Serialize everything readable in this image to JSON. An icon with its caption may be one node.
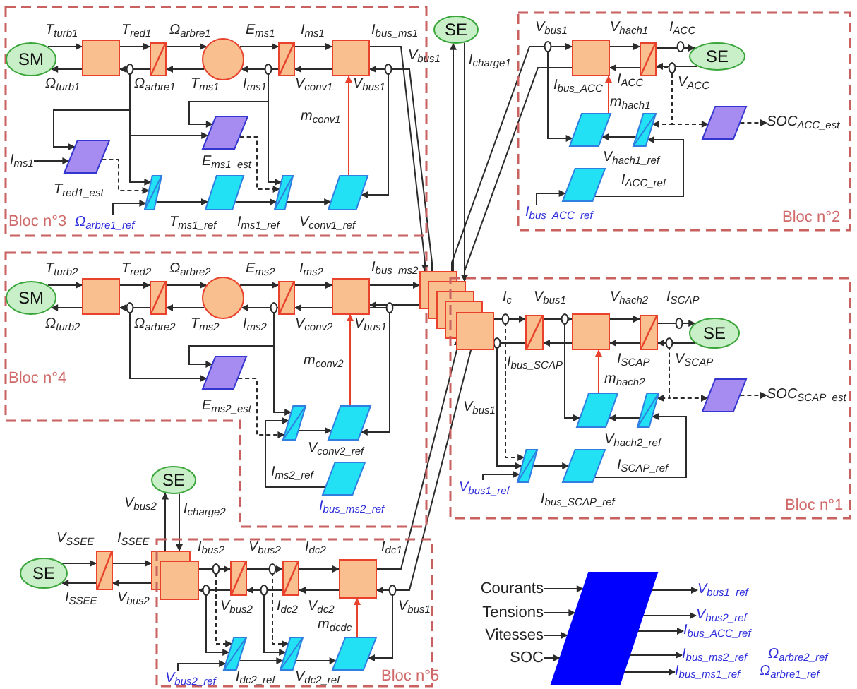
{
  "diagram": {
    "nodes": [
      {
        "text": [
          "Bloc n°3"
        ]
      },
      {
        "text": [
          "SM"
        ],
        "in": 0
      },
      {
        "text": [],
        "shape": "box",
        "in": 0
      },
      {
        "text": [],
        "shape": "box",
        "in": 0
      },
      {
        "text": [],
        "shape": "circle",
        "in": 0
      },
      {
        "text": [],
        "shape": "box",
        "in": 0
      },
      {
        "text": [],
        "shape": "box",
        "in": 0
      },
      {
        "text": [],
        "shape": "parallelogram",
        "in": 0
      },
      {
        "text": [],
        "shape": "parallelogram",
        "in": 0
      },
      {
        "text": [],
        "shape": "parallelogram",
        "in": 0
      },
      {
        "text": [],
        "shape": "parallelogram",
        "in": 0
      },
      {
        "text": [],
        "shape": "parallelogram",
        "in": 0
      },
      {
        "text": [],
        "shape": "parallelogram",
        "in": 0
      },
      {
        "text": [
          "SE"
        ]
      },
      {
        "text": [
          "Bloc n°2"
        ]
      },
      {
        "text": [],
        "shape": "box",
        "in": 14
      },
      {
        "text": [],
        "shape": "box",
        "in": 14
      },
      {
        "text": [
          "SE"
        ],
        "in": 14
      },
      {
        "text": [],
        "shape": "parallelogram",
        "in": 14
      },
      {
        "text": [],
        "shape": "parallelogram",
        "in": 14
      },
      {
        "text": [],
        "shape": "parallelogram",
        "in": 14
      },
      {
        "text": [],
        "shape": "parallelogram",
        "in": 14
      },
      {
        "text": [
          "Bloc n°4"
        ]
      },
      {
        "text": [
          "SM"
        ],
        "in": 22
      },
      {
        "text": [],
        "shape": "box",
        "in": 22
      },
      {
        "text": [],
        "shape": "box",
        "in": 22
      },
      {
        "text": [],
        "shape": "circle",
        "in": 22
      },
      {
        "text": [],
        "shape": "box",
        "in": 22
      },
      {
        "text": [],
        "shape": "box",
        "in": 22
      },
      {
        "text": [],
        "shape": "parallelogram",
        "in": 22
      },
      {
        "text": [],
        "shape": "parallelogram",
        "in": 22
      },
      {
        "text": [],
        "shape": "parallelogram",
        "in": 22
      },
      {
        "text": [],
        "shape": "parallelogram",
        "in": 22,
        "beside": [
          "I$_{bus_ms2_ref}$"
        ]
      },
      {
        "text": [],
        "shape": "box"
      },
      {
        "text": [],
        "shape": "box"
      },
      {
        "text": [],
        "shape": "box"
      },
      {
        "text": [],
        "shape": "box"
      },
      {
        "text": [
          "Bloc n°1"
        ]
      },
      {
        "text": [],
        "shape": "box",
        "in": 37
      },
      {
        "text": [],
        "shape": "box",
        "in": 37
      },
      {
        "text": [],
        "shape": "box",
        "in": 37
      },
      {
        "text": [],
        "shape": "box",
        "in": 37
      },
      {
        "text": [
          "SE"
        ],
        "in": 37
      },
      {
        "text": [],
        "shape": "parallelogram",
        "in": 37
      },
      {
        "text": [],
        "shape": "parallelogram",
        "in": 37
      },
      {
        "text": [],
        "shape": "parallelogram",
        "in": 37
      },
      {
        "text": [],
        "shape": "parallelogram",
        "in": 37
      },
      {
        "text": [],
        "shape": "parallelogram",
        "in": 37
      },
      {
        "text": [
          "SE"
        ]
      },
      {
        "text": [
          "SE"
        ]
      },
      {
        "text": [],
        "shape": "box"
      },
      {
        "text": [],
        "shape": "box"
      },
      {
        "text": [
          "Bloc n°5"
        ]
      },
      {
        "text": [],
        "shape": "box",
        "in": 52
      },
      {
        "text": [],
        "shape": "box",
        "in": 52
      },
      {
        "text": [],
        "shape": "box",
        "in": 52
      },
      {
        "text": [],
        "shape": "box",
        "in": 52
      },
      {
        "text": [],
        "shape": "parallelogram",
        "in": 52
      },
      {
        "text": [],
        "shape": "parallelogram",
        "in": 52
      },
      {
        "text": [],
        "shape": "parallelogram",
        "in": 52
      },
      {
        "text": [],
        "shape": "parallelogram"
      },
      {
        "text": [
          "Courants"
        ]
      },
      {
        "text": [
          "Tensions"
        ]
      },
      {
        "text": [
          "Vitesses"
        ]
      },
      {
        "text": [
          "SOC"
        ]
      },
      {
        "text": [
          "V$_{bus1_ref}$"
        ]
      },
      {
        "text": [
          "V$_{bus2_ref}$"
        ]
      },
      {
        "text": [
          "I$_{bus_ACC_ref}$"
        ]
      },
      {
        "text": [
          "I$_{bus_ms2_ref}$"
        ]
      },
      {
        "text": [
          "I$_{bus_ms1_ref}$"
        ]
      },
      {
        "text": [
          "SOC$_{ACC_est}$"
        ],
        "in": 14
      },
      {
        "text": [
          "SOC$_{SCAP_est}$"
        ],
        "in": 37
      },
      {
        "text": [
          "I$_{ms1}$"
        ],
        "in": 0
      },
      {
        "text": [
          "Ω$_{arbre1_ref}$"
        ],
        "in": 0
      },
      {
        "text": [
          "I$_{bus_ACC_ref}$"
        ],
        "in": 14
      },
      {
        "text": [
          "V$_{bus1_ref}$"
        ],
        "in": 37
      },
      {
        "text": [
          "V$_{bus2_ref}$"
        ],
        "in": 52
      }
    ],
    "edges": [
      {
        "from": 1,
        "to": 2,
        "arrow": "to"
      },
      {
        "from": 2,
        "to": 1,
        "arrow": "to"
      },
      {
        "from": 2,
        "to": 3,
        "arrow": "to"
      },
      {
        "from": 3,
        "to": 2,
        "arrow": "to"
      },
      {
        "from": 3,
        "to": 4,
        "arrow": "to"
      },
      {
        "from": 4,
        "to": 3,
        "arrow": "to"
      },
      {
        "from": 4,
        "to": 5,
        "arrow": "to"
      },
      {
        "from": 5,
        "to": 4,
        "arrow": "to"
      },
      {
        "from": 5,
        "to": 6,
        "arrow": "to"
      },
      {
        "from": 6,
        "to": 5,
        "arrow": "to"
      },
      {
        "from": 6,
        "to": 33,
        "arrow": "to"
      },
      {
        "from": 33,
        "to": 6,
        "arrow": "to"
      },
      {
        "from": 34,
        "to": 13,
        "arrow": "to"
      },
      {
        "from": 13,
        "to": 34,
        "arrow": "to"
      },
      {
        "from": 12,
        "to": 6,
        "arrow": "to",
        "color": "#e8412c"
      },
      {
        "from": 9,
        "to": 10,
        "arrow": "to"
      },
      {
        "from": 10,
        "to": 11,
        "arrow": "to"
      },
      {
        "from": 11,
        "to": 12,
        "arrow": "to"
      },
      {
        "from": 72,
        "to": 7,
        "arrow": "to"
      },
      {
        "from": 7,
        "to": 9,
        "arrow": "to",
        "style": "dashed"
      },
      {
        "from": 8,
        "to": 11,
        "arrow": "to",
        "style": "dashed"
      },
      {
        "from": 73,
        "to": 9,
        "arrow": "to"
      },
      {
        "from": 2,
        "to": 9,
        "arrow": "to"
      },
      {
        "from": 2,
        "to": 7,
        "arrow": "to"
      },
      {
        "from": 2,
        "to": 8,
        "arrow": "to"
      },
      {
        "from": 5,
        "to": 8,
        "arrow": "to"
      },
      {
        "from": 5,
        "to": 11,
        "arrow": "to"
      },
      {
        "from": 6,
        "to": 12,
        "arrow": "to"
      },
      {
        "from": 33,
        "to": 15,
        "arrow": "to"
      },
      {
        "from": 15,
        "to": 34,
        "arrow": "to"
      },
      {
        "from": 15,
        "to": 16,
        "arrow": "to"
      },
      {
        "from": 16,
        "to": 15,
        "arrow": "to"
      },
      {
        "from": 16,
        "to": 17,
        "arrow": "to"
      },
      {
        "from": 17,
        "to": 16,
        "arrow": "to"
      },
      {
        "from": 18,
        "to": 15,
        "arrow": "to",
        "color": "#e8412c"
      },
      {
        "from": 19,
        "to": 18,
        "arrow": "to"
      },
      {
        "from": 15,
        "to": 18,
        "arrow": "to"
      },
      {
        "from": 16,
        "to": 19,
        "arrow": "to",
        "style": "dashed"
      },
      {
        "from": 16,
        "to": 20,
        "arrow": "to",
        "style": "dashed"
      },
      {
        "from": 21,
        "to": 19,
        "arrow": "to"
      },
      {
        "from": 74,
        "to": 21,
        "arrow": "to"
      },
      {
        "from": 20,
        "to": 70,
        "arrow": "to",
        "style": "dashed"
      },
      {
        "from": 23,
        "to": 24,
        "arrow": "to"
      },
      {
        "from": 24,
        "to": 23,
        "arrow": "to"
      },
      {
        "from": 24,
        "to": 25,
        "arrow": "to"
      },
      {
        "from": 25,
        "to": 24,
        "arrow": "to"
      },
      {
        "from": 25,
        "to": 26,
        "arrow": "to"
      },
      {
        "from": 26,
        "to": 25,
        "arrow": "to"
      },
      {
        "from": 26,
        "to": 27,
        "arrow": "to"
      },
      {
        "from": 27,
        "to": 26,
        "arrow": "to"
      },
      {
        "from": 27,
        "to": 28,
        "arrow": "to"
      },
      {
        "from": 28,
        "to": 27,
        "arrow": "to"
      },
      {
        "from": 28,
        "to": 33,
        "arrow": "to"
      },
      {
        "from": 33,
        "to": 28,
        "arrow": "to"
      },
      {
        "from": 31,
        "to": 28,
        "arrow": "to",
        "color": "#e8412c"
      },
      {
        "from": 30,
        "to": 31,
        "arrow": "to"
      },
      {
        "from": 32,
        "to": 30,
        "arrow": "to"
      },
      {
        "from": 27,
        "to": 30,
        "arrow": "to"
      },
      {
        "from": 27,
        "to": 29,
        "arrow": "to"
      },
      {
        "from": 24,
        "to": 29,
        "arrow": "to"
      },
      {
        "from": 29,
        "to": 30,
        "arrow": "to",
        "style": "dashed"
      },
      {
        "from": 28,
        "to": 31,
        "arrow": "to"
      },
      {
        "from": 38,
        "to": 39,
        "arrow": "to"
      },
      {
        "from": 39,
        "to": 38,
        "arrow": "to"
      },
      {
        "from": 39,
        "to": 40,
        "arrow": "to"
      },
      {
        "from": 40,
        "to": 39,
        "arrow": "to"
      },
      {
        "from": 40,
        "to": 41,
        "arrow": "to"
      },
      {
        "from": 41,
        "to": 40,
        "arrow": "to"
      },
      {
        "from": 41,
        "to": 42,
        "arrow": "to"
      },
      {
        "from": 42,
        "to": 41,
        "arrow": "to"
      },
      {
        "from": 43,
        "to": 40,
        "arrow": "to",
        "color": "#e8412c"
      },
      {
        "from": 44,
        "to": 43,
        "arrow": "to"
      },
      {
        "from": 39,
        "to": 43,
        "arrow": "to"
      },
      {
        "from": 42,
        "to": 44,
        "arrow": "to",
        "style": "dashed"
      },
      {
        "from": 42,
        "to": 45,
        "arrow": "to",
        "style": "dashed"
      },
      {
        "from": 47,
        "to": 44,
        "arrow": "to"
      },
      {
        "from": 45,
        "to": 71,
        "arrow": "to",
        "style": "dashed"
      },
      {
        "from": 46,
        "to": 47,
        "arrow": "to"
      },
      {
        "from": 75,
        "to": 46,
        "arrow": "to"
      },
      {
        "from": 38,
        "to": 46,
        "arrow": "to",
        "style": "dashed"
      },
      {
        "from": 38,
        "to": 46,
        "arrow": "to"
      },
      {
        "from": 51,
        "to": 48,
        "arrow": "to"
      },
      {
        "from": 48,
        "to": 51,
        "arrow": "to"
      },
      {
        "from": 49,
        "to": 50,
        "arrow": "to"
      },
      {
        "from": 50,
        "to": 49,
        "arrow": "to"
      },
      {
        "from": 50,
        "to": 51,
        "arrow": "to"
      },
      {
        "from": 51,
        "to": 50,
        "arrow": "to"
      },
      {
        "from": 53,
        "to": 54,
        "arrow": "to"
      },
      {
        "from": 54,
        "to": 53,
        "arrow": "to"
      },
      {
        "from": 54,
        "to": 55,
        "arrow": "to"
      },
      {
        "from": 55,
        "to": 54,
        "arrow": "to"
      },
      {
        "from": 55,
        "to": 56,
        "arrow": "to"
      },
      {
        "from": 56,
        "to": 55,
        "arrow": "to"
      },
      {
        "from": 56,
        "to": 36,
        "arrow": "to"
      },
      {
        "from": 36,
        "to": 56,
        "arrow": "to"
      },
      {
        "from": 59,
        "to": 56,
        "arrow": "to",
        "color": "#e8412c"
      },
      {
        "from": 57,
        "to": 58,
        "arrow": "to"
      },
      {
        "from": 58,
        "to": 59,
        "arrow": "to"
      },
      {
        "from": 76,
        "to": 57,
        "arrow": "to"
      },
      {
        "from": 53,
        "to": 57,
        "arrow": "to",
        "style": "dashed"
      },
      {
        "from": 53,
        "to": 57,
        "arrow": "to"
      },
      {
        "from": 54,
        "to": 58,
        "arrow": "to",
        "style": "dashed"
      },
      {
        "from": 54,
        "to": 58,
        "arrow": "to"
      },
      {
        "from": 56,
        "to": 59,
        "arrow": "to"
      },
      {
        "from": 61,
        "to": 60,
        "arrow": "to"
      },
      {
        "from": 62,
        "to": 60,
        "arrow": "to"
      },
      {
        "from": 63,
        "to": 60,
        "arrow": "to"
      },
      {
        "from": 64,
        "to": 60,
        "arrow": "to"
      },
      {
        "from": 60,
        "to": 65,
        "arrow": "to"
      },
      {
        "from": 60,
        "to": 66,
        "arrow": "to"
      },
      {
        "from": 60,
        "to": 67,
        "arrow": "to"
      },
      {
        "from": 60,
        "to": 68,
        "arrow": "to"
      },
      {
        "from": 60,
        "to": 69,
        "arrow": "to"
      }
    ],
    "labels": [
      "T$_{turb1}$",
      "T$_{red1}$",
      "Ω$_{arbre1}$",
      "E$_{ms1}$",
      "I$_{ms1}$",
      "I$_{bus_ms1}$",
      "V$_{bus1}$",
      "V$_{hach1}$",
      "I$_{ACC}$",
      "V$_{bus1}$",
      "I$_{charge1}$",
      "Ω$_{turb1}$",
      "Ω$_{arbre1}$",
      "T$_{ms1}$",
      "I$_{ms1}$",
      "V$_{conv1}$",
      "V$_{bus1}$",
      "I$_{bus_ACC}$",
      "I$_{ACC}$",
      "V$_{ACC}$",
      "m$_{conv1}$",
      "m$_{hach1}$",
      "E$_{ms1_est}$",
      "V$_{hach1_ref}$",
      "T$_{red1_est}$",
      "I$_{ACC_ref}$",
      "T$_{ms1_ref}$",
      "I$_{ms1_ref}$",
      "V$_{conv1_ref}$",
      "T$_{turb2}$",
      "T$_{red2}$",
      "Ω$_{arbre2}$",
      "E$_{ms2}$",
      "I$_{ms2}$",
      "I$_{bus_ms2}$",
      "I$_{c}$",
      "V$_{bus1}$",
      "V$_{hach2}$",
      "I$_{SCAP}$",
      "Ω$_{turb2}$",
      "Ω$_{arbre2}$",
      "T$_{ms2}$",
      "I$_{ms2}$",
      "V$_{conv2}$",
      "V$_{bus1}$",
      "m$_{conv2}$",
      "I$_{bus_SCAP}$",
      "I$_{SCAP}$",
      "V$_{SCAP}$",
      "m$_{hach2}$",
      "E$_{ms2_est}$",
      "V$_{bus1}$",
      "V$_{conv2_ref}$",
      "V$_{hach2_ref}$",
      "I$_{ms2_ref}$",
      "I$_{SCAP_ref}$",
      "V$_{bus2}$",
      "I$_{charge2}$",
      "I$_{bus_SCAP_ref}$",
      "V$_{SSEE}$",
      "I$_{SSEE}$",
      "I$_{bus2}$",
      "V$_{bus2}$",
      "I$_{dc2}$",
      "I$_{dc1}$",
      "I$_{SSEE}$",
      "V$_{bus2}$",
      "V$_{bus2}$",
      "I$_{dc2}$",
      "V$_{dc2}$",
      "V$_{bus1}$",
      "m$_{dcdc}$",
      "Ω$_{arbre2_ref}$",
      "I$_{dc2_ref}$",
      "V$_{dc2_ref}$",
      "Ω$_{arbre1_ref}$"
    ]
  }
}
